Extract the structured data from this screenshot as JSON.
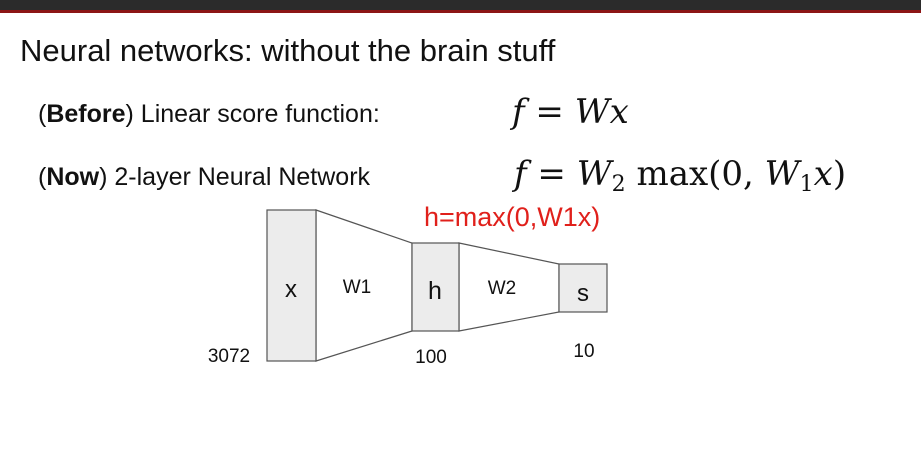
{
  "title": "Neural networks: without the brain stuff",
  "before": {
    "bold": "Before",
    "text": " Linear score function:",
    "equation": {
      "f": "f",
      "eq": " = ",
      "W": "W",
      "x": "x"
    }
  },
  "now": {
    "bold": "Now",
    "text": " 2-layer Neural Network",
    "equation": {
      "f": "f",
      "eq": " = ",
      "W2": "W",
      "sub2": "2",
      "max": " max(0, ",
      "W1": "W",
      "sub1": "1",
      "x": "x",
      "close": ")"
    }
  },
  "hidden_formula": "h=max(0,W1x)",
  "layers": {
    "x": {
      "label": "x",
      "size": "3072"
    },
    "h": {
      "label": "h",
      "size": "100"
    },
    "s": {
      "label": "s",
      "size": "10"
    }
  },
  "weights": {
    "w1": "W1",
    "w2": "W2"
  },
  "colors": {
    "top_bar": "#2b2b2b",
    "accent": "#8c1515",
    "formula_red": "#e0201b",
    "box_fill": "#ececec",
    "outline": "#555555"
  }
}
